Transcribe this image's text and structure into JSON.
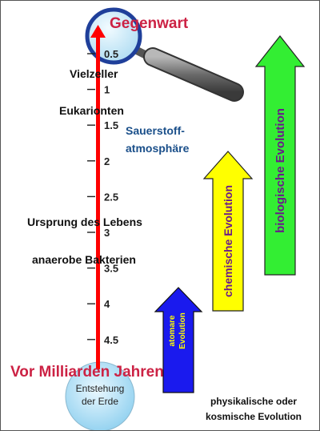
{
  "labels": {
    "present": "Gegenwart",
    "past": "Vor Milliarden Jahren",
    "earth_line1": "Entstehung",
    "earth_line2": "der Erde",
    "oxygen_line1": "Sauerstoff-",
    "oxygen_line2": "atmosphäre",
    "cosmic_line1": "physikalische oder",
    "cosmic_line2": "kosmische Evolution"
  },
  "events": {
    "multicellular": "Vielzeller",
    "eukaryotes": "Eukarionten",
    "origin_of_life": "Ursprung des Lebens",
    "anaerobic_bacteria": "anaerobe Bakterien"
  },
  "ticks": [
    "0.5",
    "1",
    "1.5",
    "2",
    "2.5",
    "3",
    "3.5",
    "4",
    "4.5"
  ],
  "arrows": {
    "atomic_line1": "atomare",
    "atomic_line2": "Evolution",
    "chemical": "chemische Evolution",
    "biological": "biologische Evolution"
  },
  "colors": {
    "timeline": "#ff0000",
    "title": "#cc2244",
    "oxygen_text": "#1a4f8a",
    "atomic_arrow": "#1a1aee",
    "atomic_text": "#ffff00",
    "chemical_arrow": "#ffff00",
    "chemical_text": "#6a1a8a",
    "biological_arrow": "#33ee33",
    "biological_text": "#6a1a8a",
    "earth_fill": "#bfe6f7",
    "lens_fill": "#cde9f5",
    "handle": "#7a7a7a"
  }
}
